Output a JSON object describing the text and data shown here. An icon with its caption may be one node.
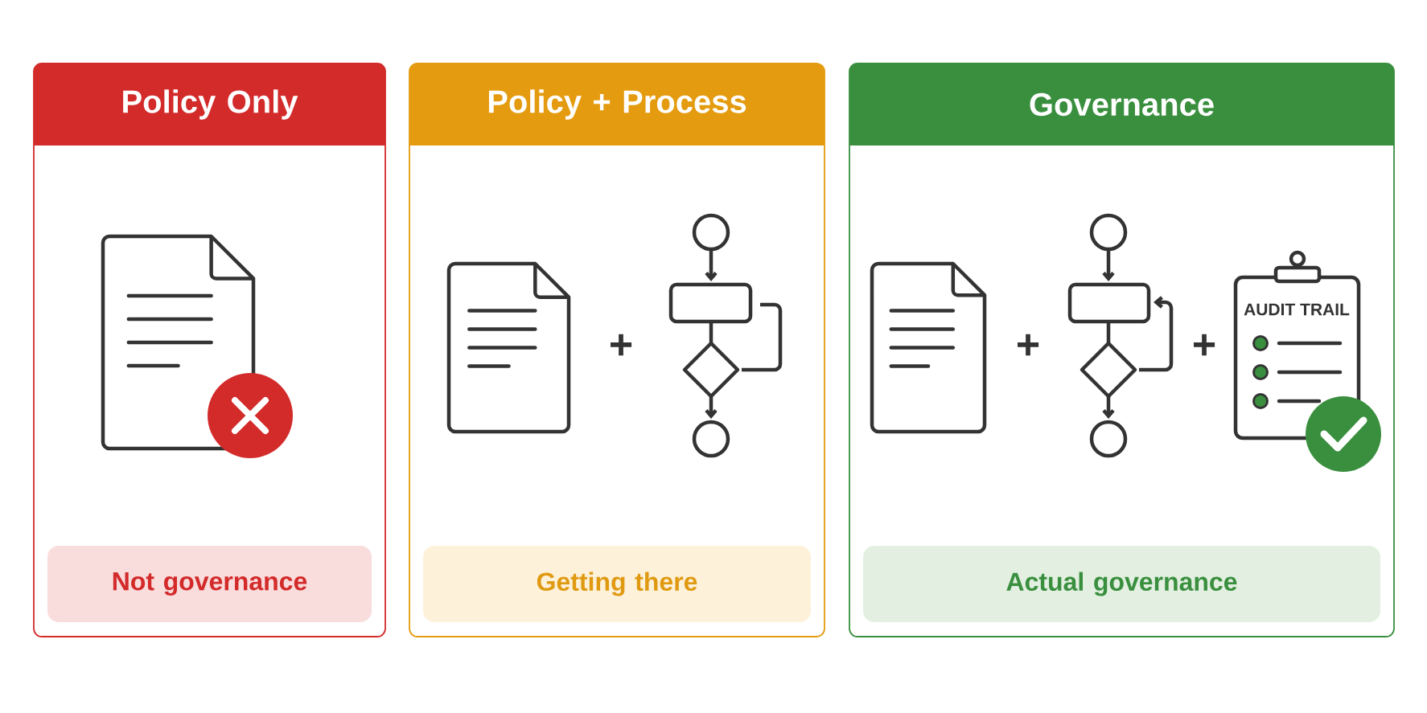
{
  "diagram": {
    "nodes": [
      {
        "text": [
          "Policy Only"
        ]
      },
      {
        "text": [
          "Not governance"
        ],
        "in": 0
      },
      {
        "text": [
          "Policy + Process"
        ]
      },
      {
        "text": [
          "Getting there"
        ],
        "in": 2
      },
      {
        "text": [
          "Governance"
        ]
      },
      {
        "text": [
          "Actual governance"
        ],
        "in": 4
      }
    ],
    "labels": [
      "+",
      "+",
      "AUDIT TRAIL",
      "+"
    ]
  }
}
